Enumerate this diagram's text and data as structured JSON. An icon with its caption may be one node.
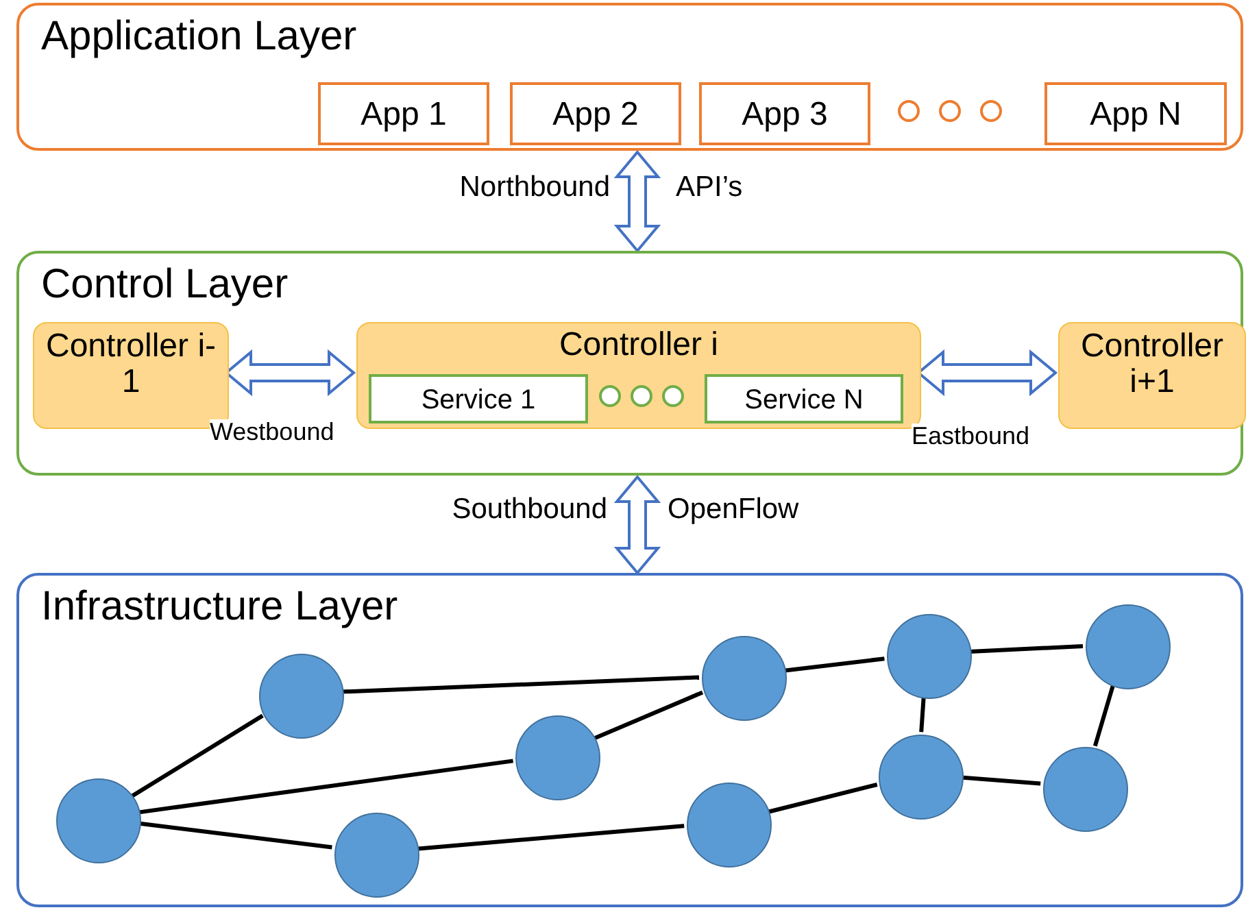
{
  "diagram": {
    "nodes": [
      {
        "text": [
          "Application Layer"
        ]
      },
      {
        "text": [
          "App 1"
        ],
        "in": 0
      },
      {
        "text": [
          "App 2"
        ],
        "in": 0
      },
      {
        "text": [
          "App 3"
        ],
        "in": 0
      },
      {
        "text": [
          "App N"
        ],
        "in": 0
      },
      {
        "text": [
          "Control Layer"
        ]
      },
      {
        "text": [
          "Controller i-1"
        ],
        "in": 5
      },
      {
        "text": [
          "Controller i"
        ],
        "in": 5
      },
      {
        "text": [
          "Service 1"
        ],
        "in": 7
      },
      {
        "text": [
          "Service N"
        ],
        "in": 7
      },
      {
        "text": [
          "Controller i+1"
        ],
        "in": 5
      },
      {
        "text": [
          "Infrastructure Layer"
        ]
      },
      {
        "text": [],
        "shape": "circle",
        "in": 11
      },
      {
        "text": [],
        "shape": "circle",
        "in": 11
      },
      {
        "text": [],
        "shape": "circle",
        "in": 11
      },
      {
        "text": [],
        "shape": "circle",
        "in": 11
      },
      {
        "text": [],
        "shape": "circle",
        "in": 11
      },
      {
        "text": [],
        "shape": "circle",
        "in": 11
      },
      {
        "text": [],
        "shape": "circle",
        "in": 11
      },
      {
        "text": [],
        "shape": "circle",
        "in": 11
      },
      {
        "text": [],
        "shape": "circle",
        "in": 11
      },
      {
        "text": [],
        "shape": "circle",
        "in": 11
      }
    ],
    "edges": [
      {
        "from": 0,
        "to": 5,
        "arrow": "both",
        "label": "Northbound",
        "color": "#4472c4"
      },
      {
        "from": 6,
        "to": 7,
        "arrow": "both",
        "label": "Westbound",
        "color": "#4472c4"
      },
      {
        "from": 7,
        "to": 10,
        "arrow": "both",
        "label": "Eastbound",
        "color": "#4472c4"
      },
      {
        "from": 5,
        "to": 11,
        "arrow": "both",
        "label": "Southbound",
        "color": "#4472c4"
      },
      {
        "from": 12,
        "to": 13,
        "arrow": "none"
      },
      {
        "from": 13,
        "to": 17,
        "arrow": "none"
      },
      {
        "from": 12,
        "to": 15,
        "arrow": "none"
      },
      {
        "from": 15,
        "to": 17,
        "arrow": "none"
      },
      {
        "from": 12,
        "to": 14,
        "arrow": "none"
      },
      {
        "from": 14,
        "to": 16,
        "arrow": "none"
      },
      {
        "from": 16,
        "to": 18,
        "arrow": "none"
      },
      {
        "from": 17,
        "to": 19,
        "arrow": "none"
      },
      {
        "from": 19,
        "to": 18,
        "arrow": "none"
      },
      {
        "from": 19,
        "to": 21,
        "arrow": "none"
      },
      {
        "from": 18,
        "to": 20,
        "arrow": "none"
      },
      {
        "from": 20,
        "to": 21,
        "arrow": "none"
      }
    ],
    "labels": [
      "API’s",
      "OpenFlow"
    ]
  }
}
